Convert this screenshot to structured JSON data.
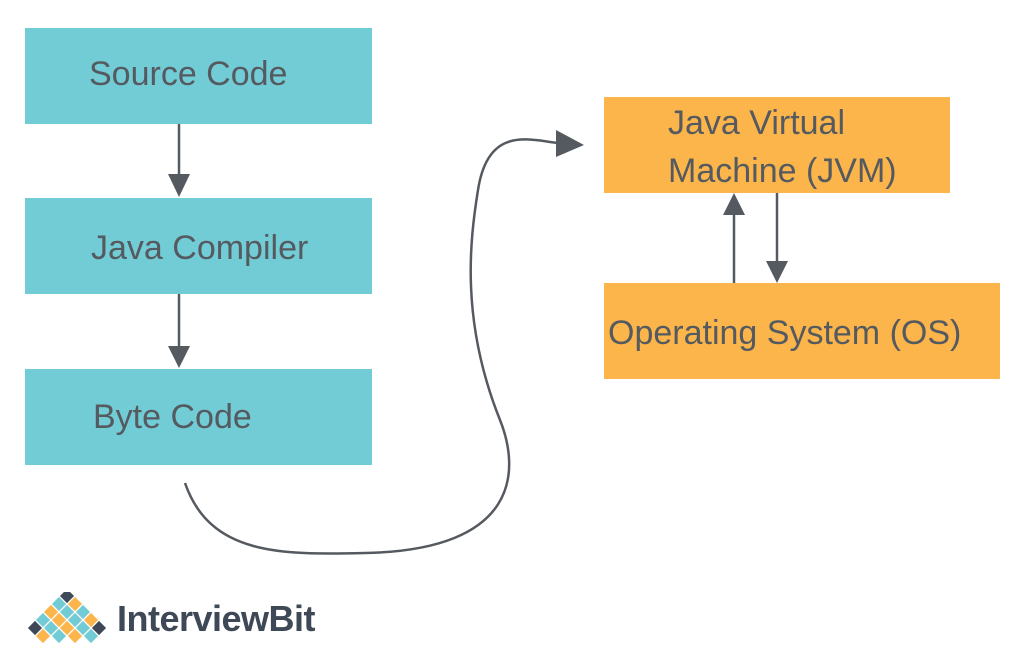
{
  "nodes": {
    "source_code": "Source Code",
    "java_compiler": "Java Compiler",
    "byte_code": "Byte Code",
    "jvm_line1": "Java Virtual",
    "jvm_line2": "Machine (JVM)",
    "os": "Operating System (OS)"
  },
  "brand": {
    "name": "InterviewBit"
  },
  "colors": {
    "teal": "#72ccd5",
    "orange": "#fbb54a",
    "text": "#555a60",
    "arrow": "#555a60"
  }
}
